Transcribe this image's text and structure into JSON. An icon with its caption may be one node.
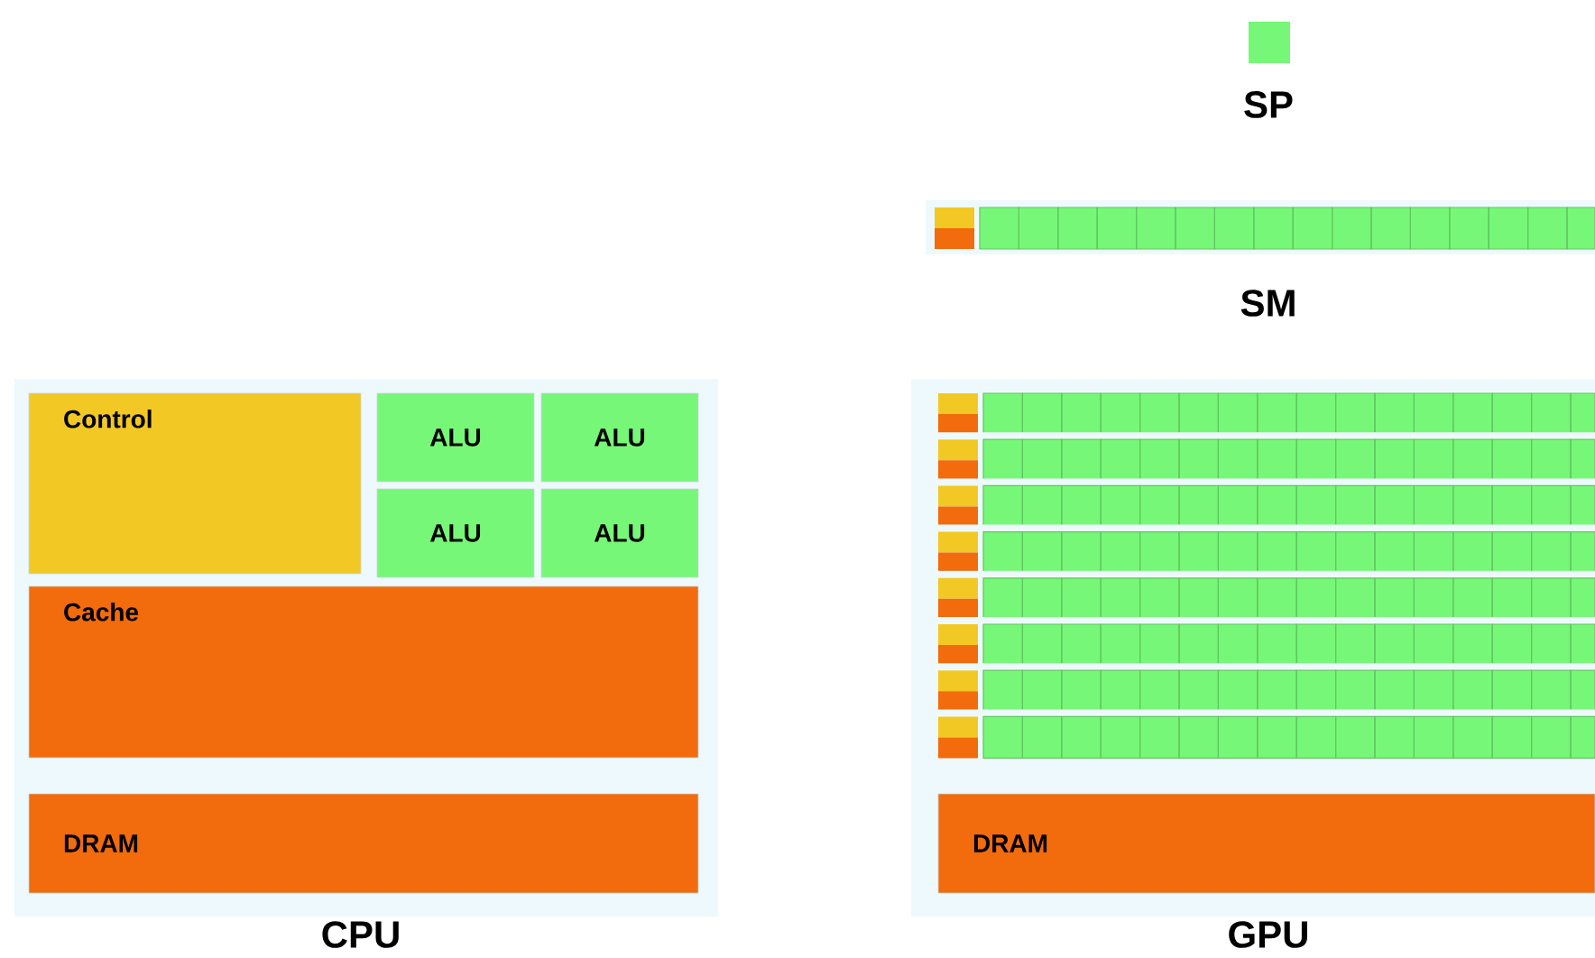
{
  "diagram": {
    "nodes": [
      {
        "text": [
          "Control"
        ]
      },
      {
        "text": [
          "ALU"
        ]
      },
      {
        "text": [
          "ALU"
        ]
      },
      {
        "text": [
          "ALU"
        ]
      },
      {
        "text": [
          "ALU"
        ]
      },
      {
        "text": [
          "Cache"
        ]
      },
      {
        "text": [
          "DRAM"
        ]
      },
      {
        "text": [
          "DRAM"
        ]
      }
    ],
    "labels": [
      "CPU",
      "GPU"
    ],
    "legend": [
      {
        "text": "SP",
        "color": "#77f777"
      },
      {
        "text": "SM"
      }
    ]
  }
}
